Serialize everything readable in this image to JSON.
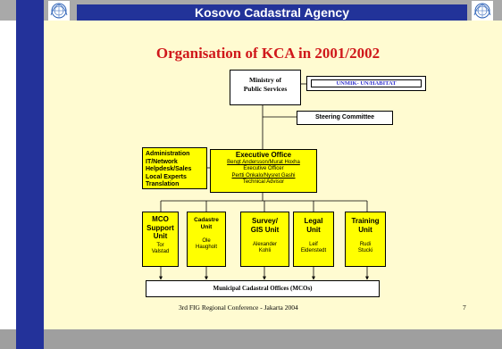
{
  "header": {
    "agency_name": "Kosovo Cadastral Agency"
  },
  "slide": {
    "title": "Organisation of KCA in 2001/2002"
  },
  "org_chart": {
    "ministry": {
      "line1": "Ministry of",
      "line2": "Public Services"
    },
    "unmik": "UNMIK- UN/HABITAT",
    "steering_committee": "Steering Committee",
    "support_functions": [
      "Administration",
      "IT/Network",
      "Helpdesk/Sales",
      "Local Experts",
      "Translation"
    ],
    "executive_office": {
      "title": "Executive Office",
      "officers": "Bengt Andersson/Murat Hoxha",
      "officers_role": "Executive Officer",
      "advisors": "Pertti Onkalo/Nysret Gashi",
      "advisors_role": "Technical Advisor"
    },
    "units": [
      {
        "name_lines": [
          "MCO",
          "Support",
          "Unit"
        ],
        "person_lines": [
          "Tor",
          "Valstad"
        ]
      },
      {
        "name_lines": [
          "Cadastre",
          "Unit"
        ],
        "person_lines": [
          "Ole",
          "Haugholt"
        ]
      },
      {
        "name_lines": [
          "Survey/",
          "GIS Unit"
        ],
        "person_lines": [
          "Alexander",
          "Kohli"
        ]
      },
      {
        "name_lines": [
          "Legal",
          "Unit"
        ],
        "person_lines": [
          "Leif",
          "Eidenstedt"
        ]
      },
      {
        "name_lines": [
          "Training",
          "Unit"
        ],
        "person_lines": [
          "Rudi",
          "Stucki"
        ]
      }
    ],
    "municipal_offices": "Municipal Cadastral Offices (MCOs)"
  },
  "footer": {
    "conference": "3rd FIG Regional Conference - Jakarta 2004",
    "page_number": "7"
  },
  "colors": {
    "sidebar_blue": "#23329a",
    "header_blue": "#223399",
    "title_red": "#d0181b",
    "slide_background": "#fffbd1",
    "box_yellow": "#ffff00",
    "unmik_text": "#3333cc"
  }
}
